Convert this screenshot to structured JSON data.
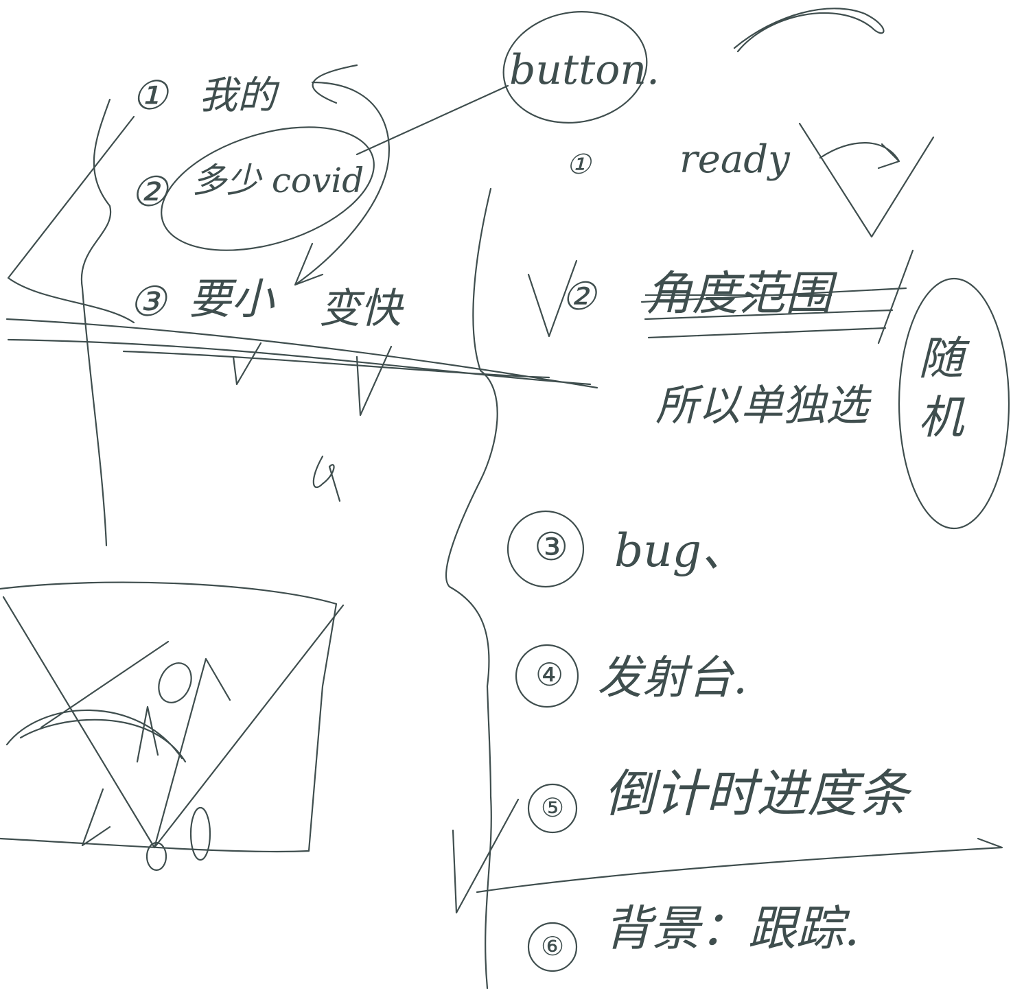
{
  "colors": {
    "ink": "#3f4e4e",
    "paper": "#ffffff"
  },
  "left_list": {
    "n1": "①",
    "t1": "我的",
    "n2": "②",
    "t2": "多少 covid",
    "n3": "③",
    "t3a": "要小",
    "t3b": "变快"
  },
  "button_note": "button.",
  "right_list": {
    "n1": "①",
    "t1": "ready",
    "n2": "②",
    "t2_struck": "角度范围",
    "t2b": "所以单独选",
    "random_note": "随机",
    "n3": "③",
    "t3": "bug、",
    "n4": "④",
    "t4": "发射台.",
    "n5": "⑤",
    "t5": "倒计时进度条",
    "n6": "⑥",
    "t6": "背景：跟踪."
  }
}
